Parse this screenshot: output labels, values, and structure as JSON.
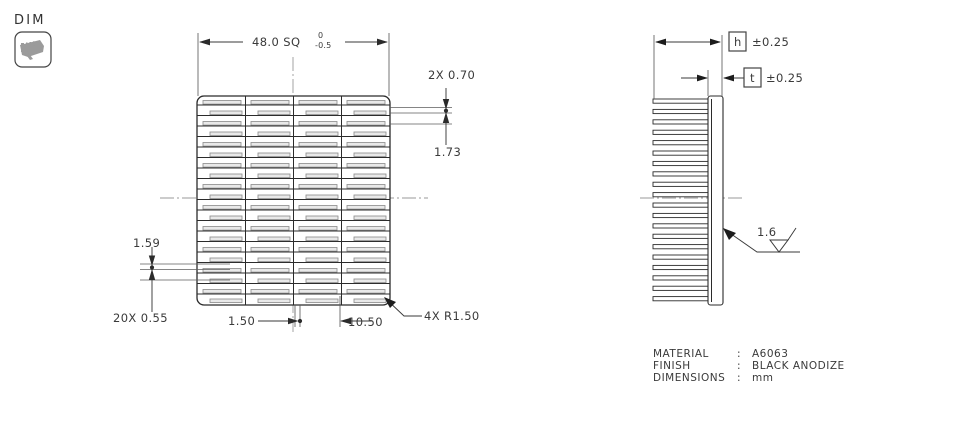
{
  "badge": {
    "label": "DIM",
    "icon": "caliper-icon"
  },
  "views": {
    "top": {
      "name": "top-view"
    },
    "side": {
      "name": "side-view"
    }
  },
  "dimensions": {
    "width_sq": {
      "value": "48.0 SQ",
      "tol_upper": "0",
      "tol_lower": "-0.5"
    },
    "fin_pitch_top": "2X 0.70",
    "fin_offset": "1.73",
    "left_pitch": "1.59",
    "fin_count_thickness": "20X 0.55",
    "edge_offset": "1.50",
    "slot_pitch": "10.50",
    "corner_radius": "4X R1.50",
    "height_symbol": "h",
    "height_tol": "±0.25",
    "thickness_symbol": "t",
    "thickness_tol": "±0.25",
    "surface_finish": "1.6"
  },
  "notes": {
    "rows": [
      {
        "label": "MATERIAL",
        "sep": ":",
        "value": "A6063"
      },
      {
        "label": "FINISH",
        "sep": ":",
        "value": "BLACK ANODIZE"
      },
      {
        "label": "DIMENSIONS",
        "sep": ":",
        "value": "mm"
      }
    ]
  },
  "colors": {
    "line": "#2b2b2b",
    "light_line": "#8a8a8a",
    "text": "#3a3a3a",
    "slot_fill": "#e9e9e9",
    "badge": "#9b9b9b"
  }
}
